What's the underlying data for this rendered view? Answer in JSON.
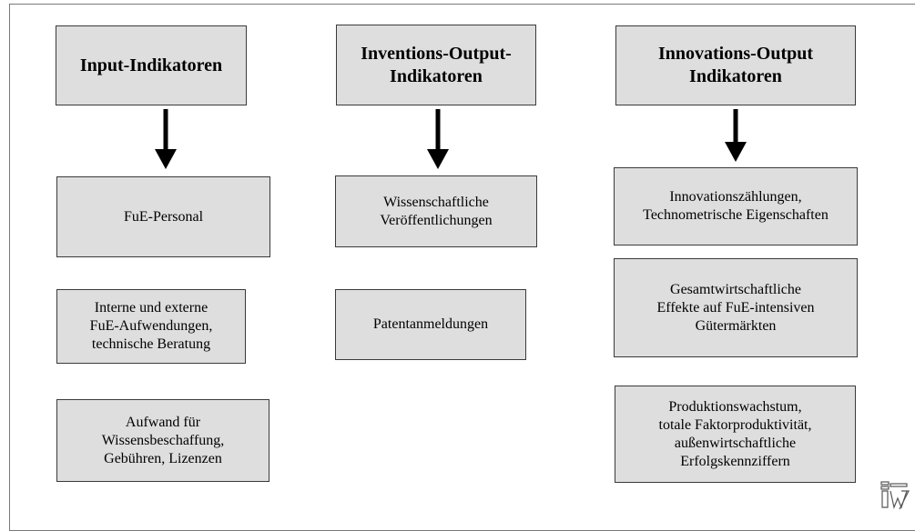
{
  "columns": [
    {
      "header": "Input-Indikatoren",
      "items": [
        "FuE-Personal",
        "Interne und externe\nFuE-Aufwendungen,\ntechnische Beratung",
        "Aufwand für\nWissensbeschaffung,\nGebühren, Lizenzen"
      ]
    },
    {
      "header": "Inventions-Output-\nIndikatoren",
      "items": [
        "Wissenschaftliche\nVeröffentlichungen",
        "Patentanmeldungen"
      ]
    },
    {
      "header": "Innovations-Output\nIndikatoren",
      "items": [
        "Innovationszählungen,\nTechnometrische Eigenschaften",
        "Gesamtwirtschaftliche\nEffekte auf FuE-intensiven\nGütermärkten",
        "Produktionswachstum,\ntotale Faktorproduktivität,\naußenwirtschaftliche\nErfolgskennziffern"
      ]
    }
  ],
  "logo": {
    "icon": "institute-logo-icon"
  },
  "colors": {
    "box_fill": "#dedede",
    "box_border": "#3a3a3a",
    "arrow": "#000000"
  }
}
